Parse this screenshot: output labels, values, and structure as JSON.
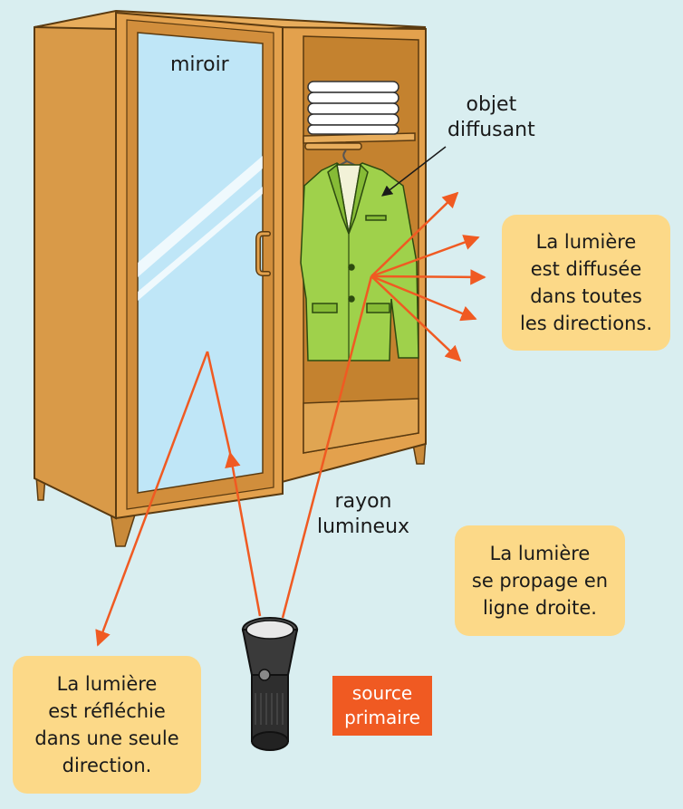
{
  "labels": {
    "miroir": "miroir",
    "objet": [
      "objet",
      "diffusant"
    ],
    "rayon": [
      "rayon",
      "lumineux"
    ],
    "source": [
      "source",
      "primaire"
    ]
  },
  "boxes": {
    "diffuse": [
      "La lumière",
      "est diffusée",
      "dans toutes",
      "les directions."
    ],
    "propage": [
      "La lumière",
      "se propage en",
      "ligne droite."
    ],
    "reflechie": [
      "La lumière",
      "est réfléchie",
      "dans une seule",
      "direction."
    ]
  },
  "colors": {
    "background": "#d9eef0",
    "wood": "#e3a14d",
    "wood_dark": "#b9762b",
    "mirror": "#bfe6f7",
    "jacket": "#9fd14b",
    "ray": "#f05a22",
    "box": "#fcd988"
  }
}
